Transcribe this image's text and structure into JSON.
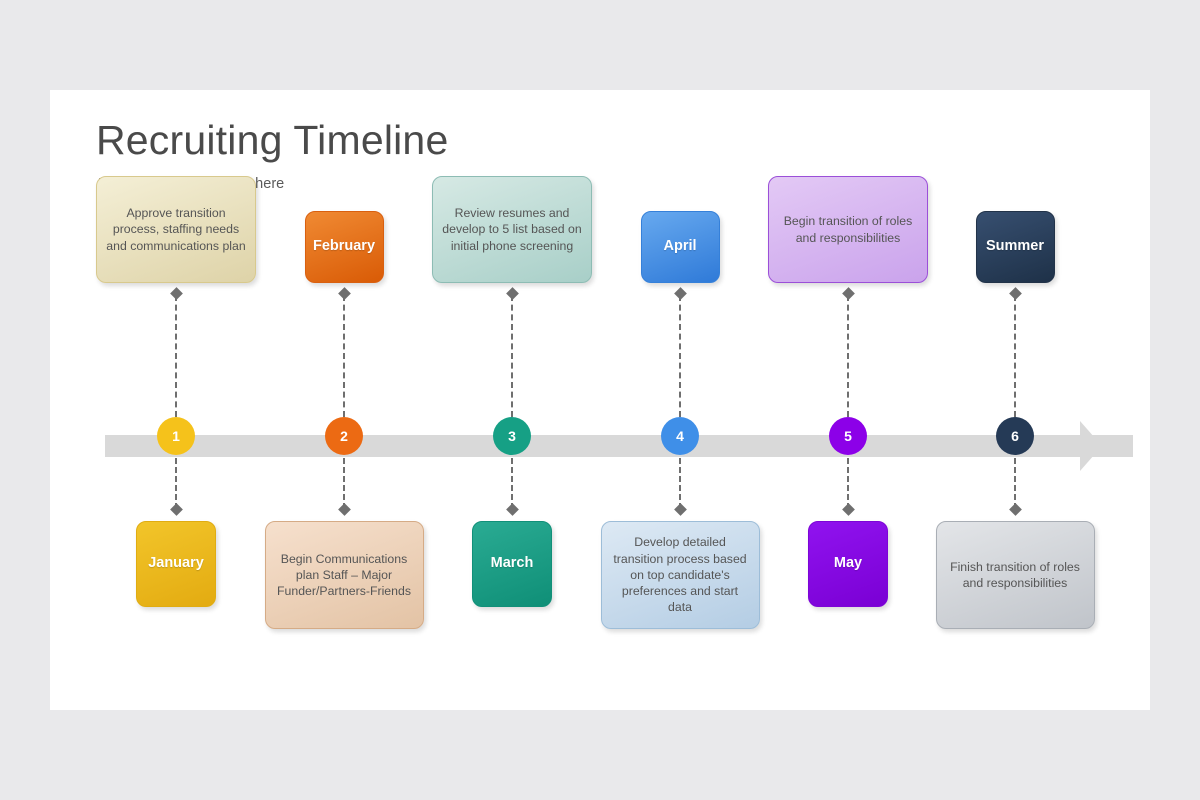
{
  "slide": {
    "title": "Recruiting Timeline",
    "subtitle": "Enter your sub headline here",
    "background_color": "#e9e9eb",
    "canvas_color": "#ffffff",
    "bar_color": "#d9d9d9"
  },
  "chart_data": {
    "type": "timeline",
    "title": "Recruiting Timeline",
    "subtitle": "Enter your sub headline here",
    "orientation": "horizontal",
    "milestone_count": 6,
    "milestones": [
      {
        "number": "1",
        "color": "#f5c21b",
        "top_card": {
          "position": "above",
          "text": "Approve transition process, staffing needs and communications plan",
          "style": "description",
          "fill_from": "#f4efd6",
          "fill_to": "#ded3a8",
          "border": "#d8c98d"
        },
        "bottom_card": {
          "position": "below",
          "text": "January",
          "style": "label",
          "fill_from": "#f2c52a",
          "fill_to": "#e3ab11",
          "border": "#e0ac12"
        }
      },
      {
        "number": "2",
        "color": "#ec6a13",
        "top_card": {
          "position": "above",
          "text": "February",
          "style": "label",
          "fill_from": "#f08a33",
          "fill_to": "#d95b06",
          "border": "#d96010"
        },
        "bottom_card": {
          "position": "below",
          "text": "Begin Communications plan Staff – Major Funder/Partners-Friends",
          "style": "description",
          "fill_from": "#f6e0cd",
          "fill_to": "#e3c3a5",
          "border": "#d5ab86"
        }
      },
      {
        "number": "3",
        "color": "#16a085",
        "top_card": {
          "position": "above",
          "text": "Review resumes and develop to 5 list based on initial phone screening",
          "style": "description",
          "fill_from": "#d6e9e4",
          "fill_to": "#a8cfc8",
          "border": "#8dbcb4"
        },
        "bottom_card": {
          "position": "below",
          "text": "March",
          "style": "label",
          "fill_from": "#2aab93",
          "fill_to": "#0f8f77",
          "border": "#119079"
        }
      },
      {
        "number": "4",
        "color": "#3f8fe8",
        "top_card": {
          "position": "above",
          "text": "April",
          "style": "label",
          "fill_from": "#67a9ef",
          "fill_to": "#2f7ad8",
          "border": "#3580d9"
        },
        "bottom_card": {
          "position": "below",
          "text": "Develop detailed transition process based on top candidate's preferences and start data",
          "style": "description",
          "fill_from": "#dde9f4",
          "fill_to": "#b4cde4",
          "border": "#9dbdd8"
        }
      },
      {
        "number": "5",
        "color": "#8c00e8",
        "top_card": {
          "position": "above",
          "text": "Begin transition of roles and responsibilities",
          "style": "description",
          "fill_from": "#e3c9f5",
          "fill_to": "#caa3ec",
          "border": "#9b4fd8"
        },
        "bottom_card": {
          "position": "below",
          "text": "May",
          "style": "label",
          "fill_from": "#9013ef",
          "fill_to": "#7a00d4",
          "border": "#7d05d6"
        }
      },
      {
        "number": "6",
        "color": "#253a56",
        "top_card": {
          "position": "above",
          "text": "Summer",
          "style": "label",
          "fill_from": "#374f70",
          "fill_to": "#1e3148",
          "border": "#223349"
        },
        "bottom_card": {
          "position": "below",
          "text": "Finish transition of roles and responsibilities",
          "style": "description",
          "fill_from": "#e3e5e8",
          "fill_to": "#c0c4ca",
          "border": "#a9aeb5"
        }
      }
    ]
  }
}
